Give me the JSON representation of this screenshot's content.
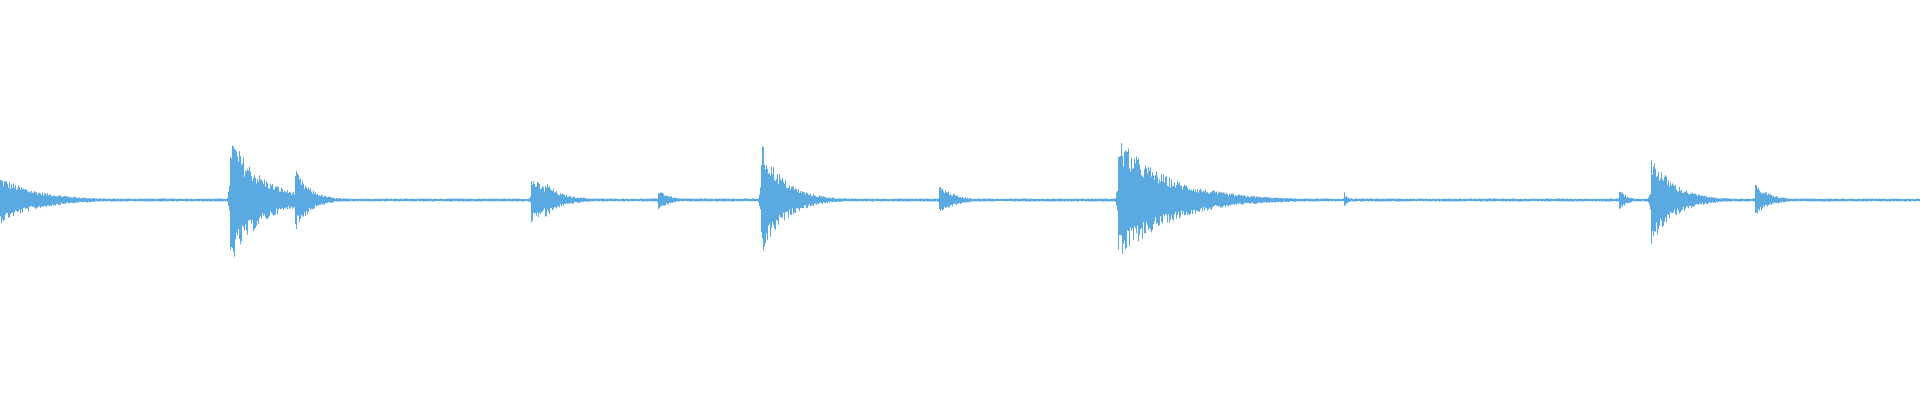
{
  "waveform": {
    "color": "#5aa9e0",
    "background": "#ffffff",
    "baseline_fraction_of_height": 0.5,
    "duration_fraction_events": [
      {
        "t": 0.0,
        "amp": 0.06,
        "decay": 0.02
      },
      {
        "t": 0.1195,
        "amp": 0.17,
        "decay": 0.016
      },
      {
        "t": 0.1535,
        "amp": 0.08,
        "decay": 0.008
      },
      {
        "t": 0.2765,
        "amp": 0.06,
        "decay": 0.012
      },
      {
        "t": 0.2835,
        "amp": 0.05,
        "decay": 0.008
      },
      {
        "t": 0.3425,
        "amp": 0.03,
        "decay": 0.006
      },
      {
        "t": 0.396,
        "amp": 0.15,
        "decay": 0.012
      },
      {
        "t": 0.489,
        "amp": 0.04,
        "decay": 0.008
      },
      {
        "t": 0.582,
        "amp": 0.16,
        "decay": 0.026
      },
      {
        "t": 0.7,
        "amp": 0.02,
        "decay": 0.002
      },
      {
        "t": 0.843,
        "amp": 0.03,
        "decay": 0.004
      },
      {
        "t": 0.8595,
        "amp": 0.12,
        "decay": 0.012
      },
      {
        "t": 0.914,
        "amp": 0.04,
        "decay": 0.008
      }
    ],
    "noise_floor": 0.004
  }
}
